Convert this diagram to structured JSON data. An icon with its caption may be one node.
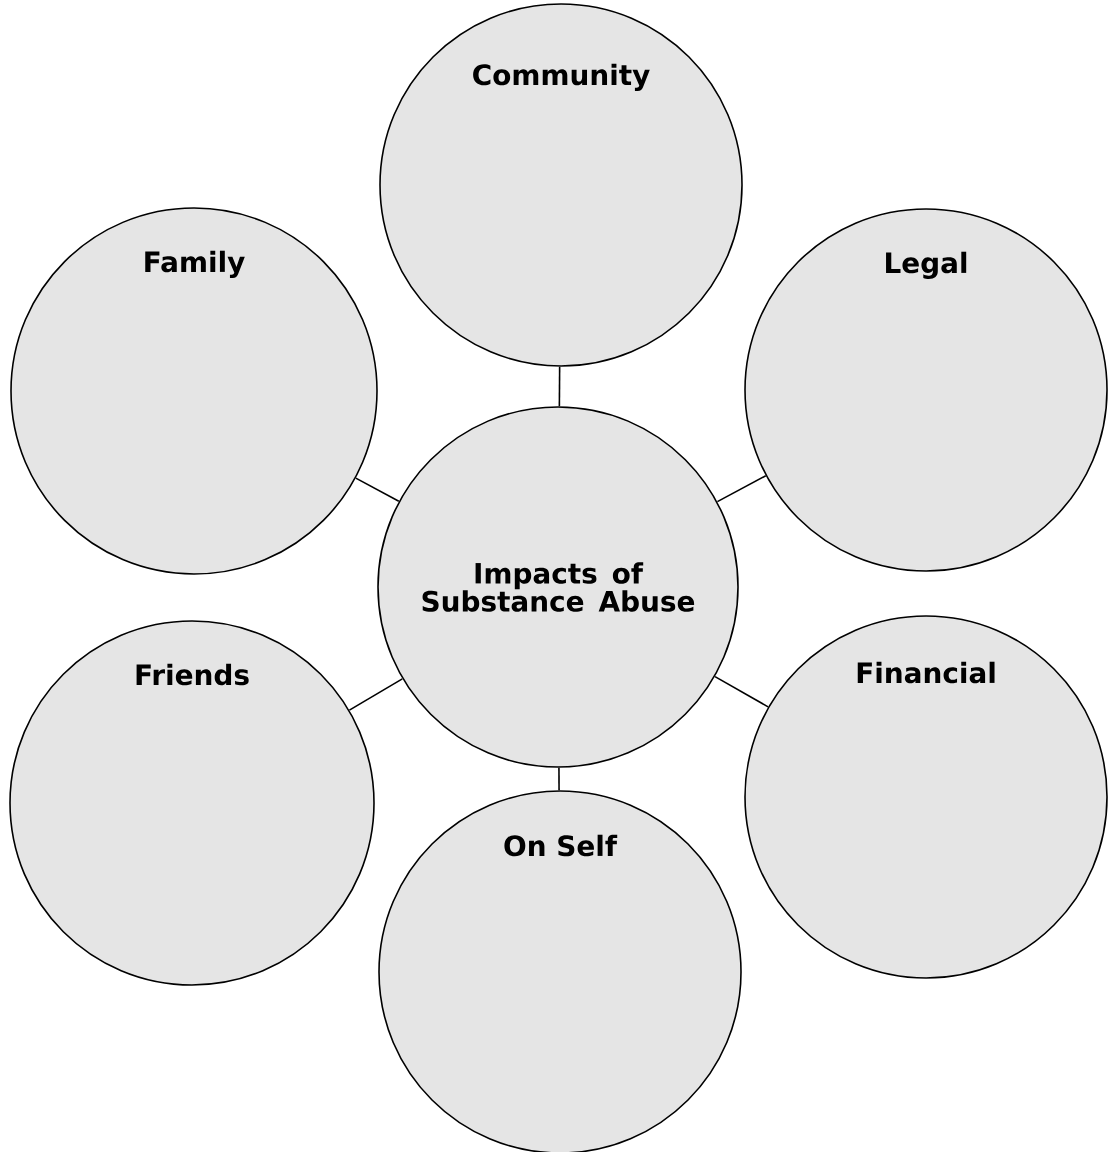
{
  "diagram": {
    "nodes": [
      {
        "text": [
          "Community"
        ]
      },
      {
        "text": [
          "Family"
        ]
      },
      {
        "text": [
          "Legal"
        ]
      },
      {
        "text": [
          "Impacts of Substance Abuse"
        ]
      },
      {
        "text": [
          "Friends"
        ]
      },
      {
        "text": [
          "Financial"
        ]
      },
      {
        "text": [
          "On Self"
        ]
      }
    ],
    "edges": [
      {
        "from": 3,
        "to": 0,
        "arrow": "none"
      },
      {
        "from": 3,
        "to": 1,
        "arrow": "none"
      },
      {
        "from": 3,
        "to": 2,
        "arrow": "none"
      },
      {
        "from": 3,
        "to": 4,
        "arrow": "none"
      },
      {
        "from": 3,
        "to": 5,
        "arrow": "none"
      },
      {
        "from": 3,
        "to": 6,
        "arrow": "none"
      }
    ]
  }
}
